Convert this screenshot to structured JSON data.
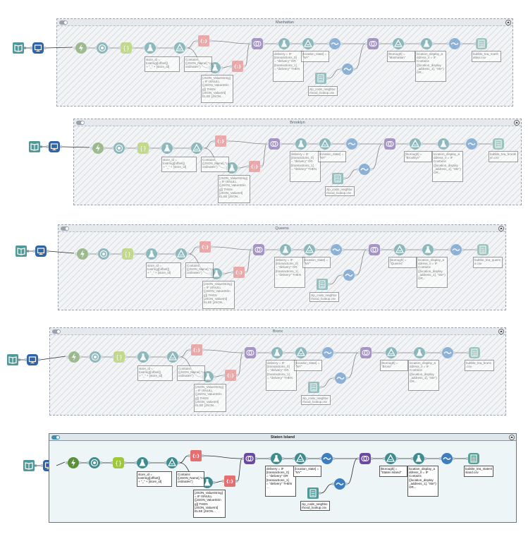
{
  "containers": [
    {
      "title": "Manhattan",
      "enabled": false,
      "formula_store_id": "store_id =\ntostring([offset])\n+ \"_\" + [store_id]",
      "filter_contains": "Contains\n([JSON_Name],\"co\nordinates\")",
      "formula_json_value": "[JSON_ValueString]\n= IF ISNULL\n([JSON_ValueStrin\ng]) THEN\n[JSON_ValueInt]\nELSE [JSON...",
      "formula_delivery": "delivery = IF\n[transactions_0]\n= \"delivery\" OR\n[transactions_1]\n= \"delivery\" THEN\n...",
      "filter_state": "[location_state] =\n\"NY\"",
      "zip_lookup": "zip_code_neighbo\nrhood_lookup.csv",
      "filter_borough": "[Borough] =\n\"Manhattan\"",
      "formula_location": "location_display_a\nddress_0 = IF\nContains\n([location_display\n_address_1], \"Ste\")\nOR...",
      "output_file": "bubble_tea_manh\nattan.csv"
    },
    {
      "title": "Brooklyn",
      "enabled": false,
      "formula_store_id": "store_id =\ntostring([offset])\n+ \"_\" + [store_id]",
      "filter_contains": "Contains\n([JSON_Name],\"co\nordinates\")",
      "formula_json_value": "[JSON_ValueString]\n= IF ISNULL\n([JSON_ValueStrin\ng]) THEN\n[JSON_ValueInt]\nELSE [JSON...",
      "formula_delivery": "delivery = IF\n[transactions_0]\n= \"delivery\" OR\n[transactions_1]\n= \"delivery\" THEN\n...",
      "filter_state": "[location_state] =\n\"NY\"",
      "zip_lookup": "zip_code_neighbo\nrhood_lookup.csv",
      "filter_borough": "[Borough] =\n\"Brooklyn\"",
      "formula_location": "location_display_a\nddress_0 = IF\nContains\n([location_display\n_address_1], \"Ste\")\nOR...",
      "output_file": "bubble_tea_brookl\nyn.csv"
    },
    {
      "title": "Queens",
      "enabled": false,
      "formula_store_id": "store_id =\ntostring([offset])\n+ \"_\" + [store_id]",
      "filter_contains": "Contains\n([JSON_Name],\"co\nordinates\")",
      "formula_json_value": "[JSON_ValueString]\n= IF ISNULL\n([JSON_ValueStrin\ng]) THEN\n[JSON_ValueInt]\nELSE [JSON...",
      "formula_delivery": "delivery = IF\n[transactions_0]\n= \"delivery\" OR\n[transactions_1]\n= \"delivery\" THEN\n...",
      "filter_state": "[location_state] =\n\"NY\"",
      "zip_lookup": "zip_code_neighbo\nrhood_lookup.csv",
      "filter_borough": "[Borough] =\n\"Queens\"",
      "formula_location": "location_display_a\nddress_0 = IF\nContains\n([location_display\n_address_1], \"Ste\")\nOR...",
      "output_file": "bubble_tea_queen\ns.csv"
    },
    {
      "title": "Bronx",
      "enabled": false,
      "formula_store_id": "store_id =\ntostring([offset])\n+ \"_\" + [store_id]",
      "filter_contains": "Contains\n([JSON_Name],\"co\nordinates\")",
      "formula_json_value": "[JSON_ValueString]\n= IF ISNULL\n([JSON_ValueStrin\ng]) THEN\n[JSON_ValueInt]\nELSE [JSON...",
      "formula_delivery": "delivery = IF\n[transactions_0]\n= \"delivery\" OR\n[transactions_1]\n= \"delivery\" THEN\n...",
      "filter_state": "[location_state] =\n\"NY\"",
      "zip_lookup": "zip_code_neighbo\nrhood_lookup.csv",
      "filter_borough": "[Borough] =\n\"Bronx\"",
      "formula_location": "location_display_a\nddress_0 = IF\nContains\n([location_display\n_address_1], \"Ste\")\nOR...",
      "output_file": "bubble_tea_bronx\n.csv"
    },
    {
      "title": "Staten Island",
      "enabled": true,
      "formula_store_id": "store_id =\ntostring([offset])\n+ \"_\" + [store_id]",
      "filter_contains": "Contains\n([JSON_Name],\"co\nordinates\")",
      "formula_json_value": "[JSON_ValueString]\n= IF ISNULL\n([JSON_ValueStrin\ng]) THEN\n[JSON_ValueInt]\nELSE [JSON...",
      "formula_delivery": "delivery = IF\n[transactions_0]\n= \"delivery\" OR\n[transactions_1]\n= \"delivery\" THEN\n...",
      "filter_state": "[location_state] =\n\"NY\"",
      "zip_lookup": "zip_code_neighbo\nrhood_lookup.csv",
      "filter_borough": "[Borough] =\n\"Staten Island\"",
      "formula_location": "location_display_a\nddress_0 = IF\nContains\n([location_display\n_address_1], \"Ste\")\nOR...",
      "output_file": "bubble_tea_statenl\nsland.csv"
    }
  ],
  "colors": {
    "input": "#4f9a99",
    "dynamic_input": "#2f64a8",
    "formula": "#5a8f3b",
    "filter": "#3f8c8f",
    "select": "#5e79a8",
    "json_parse": "#e76e6e",
    "join": "#6a4aa0",
    "union": "#3d7ebf",
    "output": "#5aa197",
    "active_container": "#3d8fb3"
  }
}
